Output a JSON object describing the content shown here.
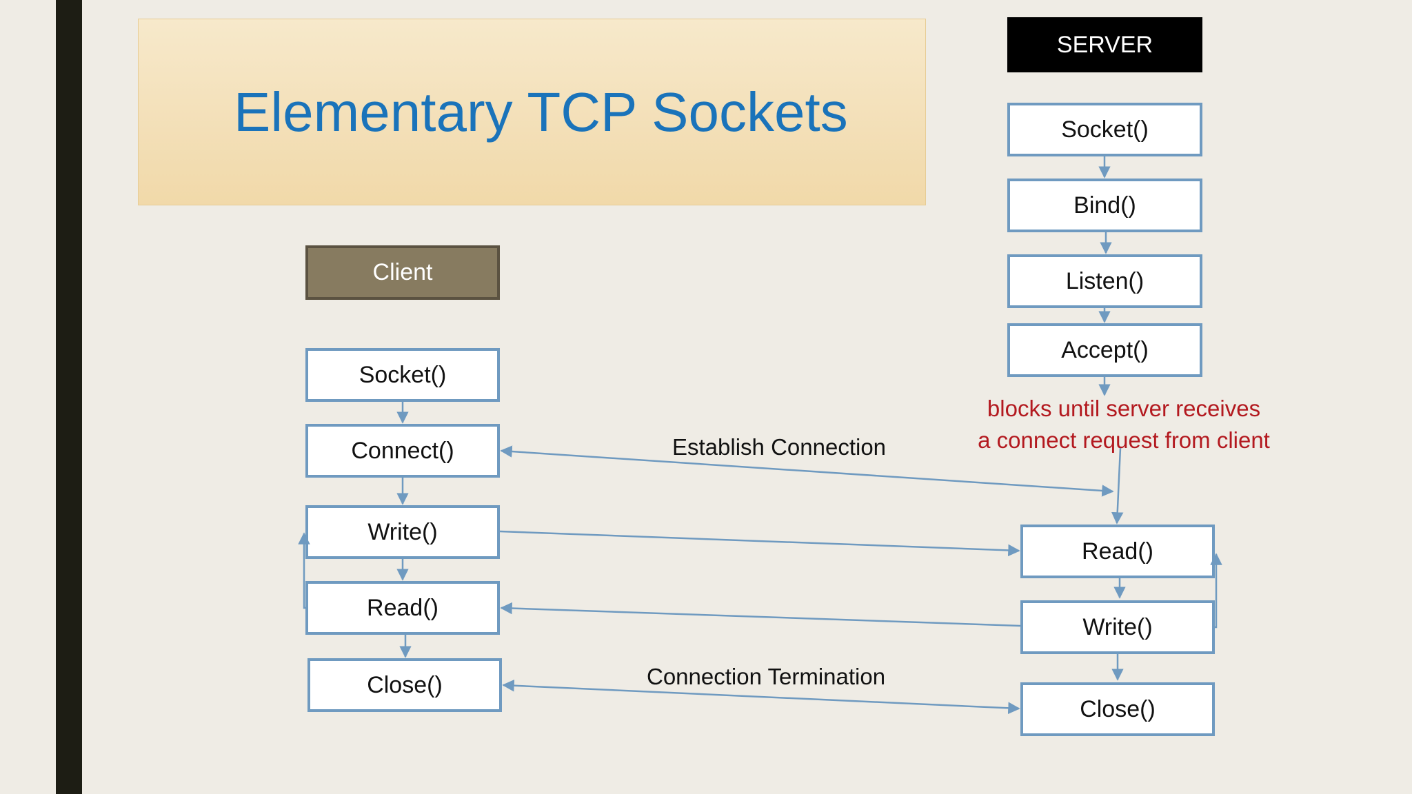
{
  "title": "Elementary TCP Sockets",
  "server": {
    "header": "SERVER",
    "steps": [
      "Socket()",
      "Bind()",
      "Listen()",
      "Accept()"
    ],
    "read": "Read()",
    "write": "Write()",
    "close": "Close()",
    "note_line1": "blocks until server receives",
    "note_line2": "a connect request from client"
  },
  "client": {
    "header": "Client",
    "socket": "Socket()",
    "connect": "Connect()",
    "write": "Write()",
    "read": "Read()",
    "close": "Close()"
  },
  "labels": {
    "establish": "Establish Connection",
    "termination": "Connection Termination"
  },
  "colors": {
    "title_text": "#1a73ba",
    "box_border": "#6f9ac0",
    "arrow": "#6f9ac0",
    "note_text": "#b3191f",
    "client_header_bg": "#877b60",
    "server_header_bg": "#000000"
  }
}
